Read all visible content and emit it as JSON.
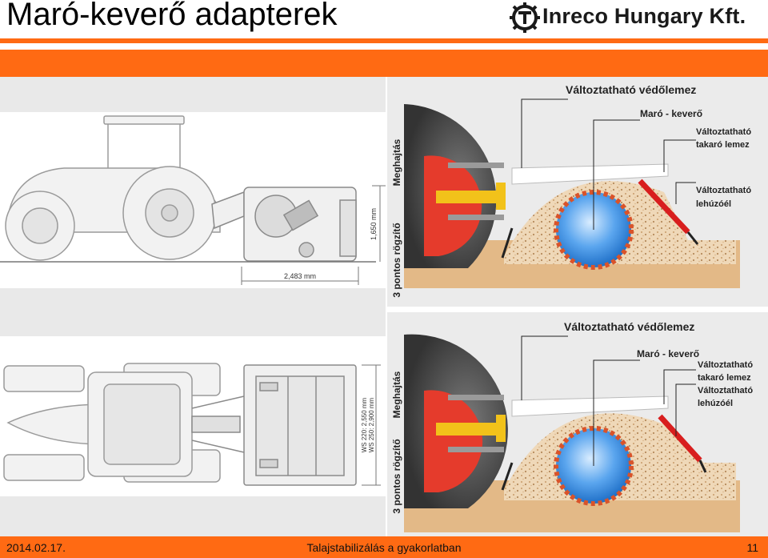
{
  "header": {
    "title": "Maró-keverő adapterek",
    "company": "Inreco Hungary Kft."
  },
  "left_top": {
    "dim_height": "1,650 mm",
    "dim_length": "2,483 mm"
  },
  "left_bottom": {
    "dim_width_1": "WS 220: 2,550 mm",
    "dim_width_2": "WS 250: 2,900 mm"
  },
  "right_top": {
    "side_drive": "Meghajtás",
    "side_hitch": "3 pontos rögzítő",
    "label_guard": "Változtatható védőlemez",
    "label_rotor": "Maró - keverő",
    "label_cover_1": "Változtatható",
    "label_cover_2": "takaró lemez",
    "label_scraper_1": "Változtatható",
    "label_scraper_2": "lehúzóél"
  },
  "right_bottom": {
    "side_drive": "Meghajtás",
    "side_hitch": "3 pontos rögzítő",
    "label_guard": "Változtatható védőlemez",
    "label_rotor": "Maró - keverő",
    "label_cover_1": "Változtatható",
    "label_cover_2": "takaró lemez",
    "label_scraper_1": "Változtatható",
    "label_scraper_2": "lehúzóél"
  },
  "footer": {
    "date": "2014.02.17.",
    "title": "Talajstabilizálás a gyakorlatban",
    "page": "11"
  },
  "colors": {
    "accent": "#ff6a13",
    "rotor_blue": "#3a8fe0",
    "tire": "#4a4a4a",
    "drive_yellow": "#f2c21a",
    "flap_red": "#d81e1e",
    "soil": "#e8c9a2",
    "panel_gray": "#e9e9e9"
  }
}
